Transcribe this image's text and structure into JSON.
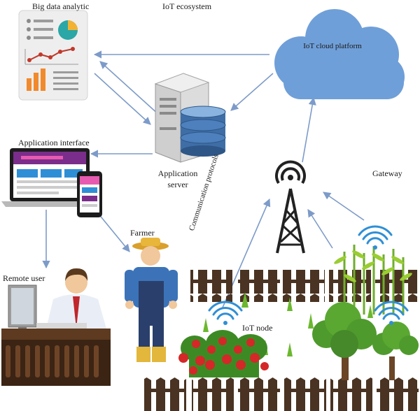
{
  "labels": {
    "big_data": "Big data analytic",
    "ecosystem": "IoT ecosystem",
    "cloud": "IoT cloud platform",
    "app_interface": "Application interface",
    "app_server": "Application server",
    "gateway": "Gateway",
    "comm_protocols": "Communication protocols",
    "farmer": "Farmer",
    "remote_user": "Remote user",
    "iot_node": "IoT node"
  },
  "colors": {
    "arrow": "#7d9bc9",
    "cloud": "#6f9fd8",
    "fence": "#4a3322",
    "tree_green": "#4f9a2c",
    "tomato": "#d42828",
    "wifi": "#2f8fd6",
    "tower": "#222222",
    "laptop_screen": "#7b2d8b"
  }
}
